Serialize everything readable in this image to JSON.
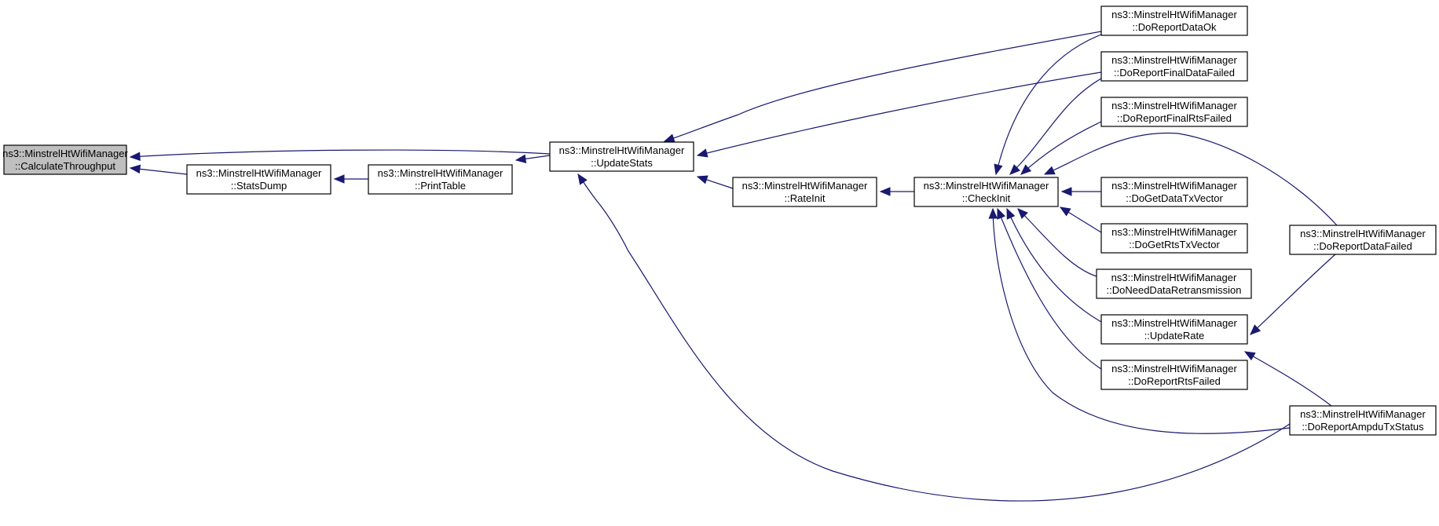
{
  "graph": {
    "nodes": [
      {
        "id": "calc_throughput",
        "line1": "ns3::MinstrelHtWifiManager",
        "line2": "::CalculateThroughput",
        "highlighted": true
      },
      {
        "id": "stats_dump",
        "line1": "ns3::MinstrelHtWifiManager",
        "line2": "::StatsDump"
      },
      {
        "id": "print_table",
        "line1": "ns3::MinstrelHtWifiManager",
        "line2": "::PrintTable"
      },
      {
        "id": "update_stats",
        "line1": "ns3::MinstrelHtWifiManager",
        "line2": "::UpdateStats"
      },
      {
        "id": "rate_init",
        "line1": "ns3::MinstrelHtWifiManager",
        "line2": "::RateInit"
      },
      {
        "id": "check_init",
        "line1": "ns3::MinstrelHtWifiManager",
        "line2": "::CheckInit"
      },
      {
        "id": "report_data_ok",
        "line1": "ns3::MinstrelHtWifiManager",
        "line2": "::DoReportDataOk"
      },
      {
        "id": "report_final_data_failed",
        "line1": "ns3::MinstrelHtWifiManager",
        "line2": "::DoReportFinalDataFailed"
      },
      {
        "id": "report_final_rts_failed",
        "line1": "ns3::MinstrelHtWifiManager",
        "line2": "::DoReportFinalRtsFailed"
      },
      {
        "id": "get_data_tx_vector",
        "line1": "ns3::MinstrelHtWifiManager",
        "line2": "::DoGetDataTxVector"
      },
      {
        "id": "get_rts_tx_vector",
        "line1": "ns3::MinstrelHtWifiManager",
        "line2": "::DoGetRtsTxVector"
      },
      {
        "id": "need_data_retransmission",
        "line1": "ns3::MinstrelHtWifiManager",
        "line2": "::DoNeedDataRetransmission"
      },
      {
        "id": "update_rate",
        "line1": "ns3::MinstrelHtWifiManager",
        "line2": "::UpdateRate"
      },
      {
        "id": "report_rts_failed",
        "line1": "ns3::MinstrelHtWifiManager",
        "line2": "::DoReportRtsFailed"
      },
      {
        "id": "report_data_failed",
        "line1": "ns3::MinstrelHtWifiManager",
        "line2": "::DoReportDataFailed"
      },
      {
        "id": "report_ampdu_tx_status",
        "line1": "ns3::MinstrelHtWifiManager",
        "line2": "::DoReportAmpduTxStatus"
      }
    ],
    "edges": [
      {
        "from": "stats_dump",
        "to": "calc_throughput"
      },
      {
        "from": "update_stats",
        "to": "calc_throughput"
      },
      {
        "from": "print_table",
        "to": "stats_dump"
      },
      {
        "from": "update_stats",
        "to": "print_table"
      },
      {
        "from": "rate_init",
        "to": "update_stats"
      },
      {
        "from": "report_data_ok",
        "to": "update_stats"
      },
      {
        "from": "report_final_data_failed",
        "to": "update_stats"
      },
      {
        "from": "report_ampdu_tx_status",
        "to": "update_stats"
      },
      {
        "from": "check_init",
        "to": "rate_init"
      },
      {
        "from": "report_data_ok",
        "to": "check_init"
      },
      {
        "from": "report_final_data_failed",
        "to": "check_init"
      },
      {
        "from": "report_final_rts_failed",
        "to": "check_init"
      },
      {
        "from": "report_data_failed",
        "to": "check_init"
      },
      {
        "from": "get_data_tx_vector",
        "to": "check_init"
      },
      {
        "from": "get_rts_tx_vector",
        "to": "check_init"
      },
      {
        "from": "need_data_retransmission",
        "to": "check_init"
      },
      {
        "from": "update_rate",
        "to": "check_init"
      },
      {
        "from": "report_rts_failed",
        "to": "check_init"
      },
      {
        "from": "report_ampdu_tx_status",
        "to": "check_init"
      },
      {
        "from": "report_data_failed",
        "to": "update_rate"
      },
      {
        "from": "report_ampdu_tx_status",
        "to": "update_rate"
      }
    ],
    "edge_color": "#191970",
    "highlight_fill": "#bfbfbf"
  }
}
